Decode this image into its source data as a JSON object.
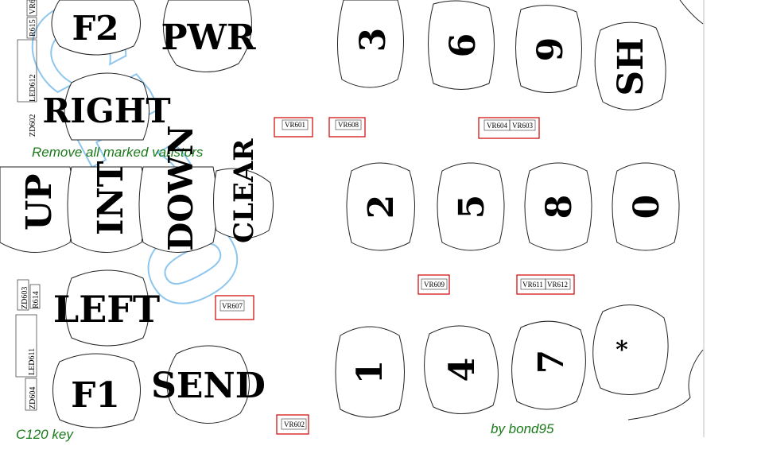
{
  "watermark": "C120",
  "notes": {
    "remove": "Remove all marked varistors",
    "model": "C120 key",
    "credit": "by bond95"
  },
  "keys": {
    "f2": "F2",
    "pwr": "PWR",
    "right": "RIGHT",
    "up": "UP",
    "int": "INT",
    "down": "DOWN",
    "clear": "CLEAR",
    "left": "LEFT",
    "f1": "F1",
    "send": "SEND",
    "k3": "3",
    "k6": "6",
    "k9": "9",
    "sh": "SH",
    "k2": "2",
    "k5": "5",
    "k8": "8",
    "k0": "0",
    "k1": "1",
    "k4": "4",
    "k7": "7",
    "star": "*"
  },
  "components": {
    "r615": "R615",
    "vr6": "VR6",
    "led612": "LED612",
    "zd602": "ZD602",
    "zd603": "ZD603",
    "r614": "R614",
    "led611": "LED611",
    "zd604": "ZD604"
  },
  "varistors": {
    "vr601": "VR601",
    "vr608": "VR608",
    "vr604": "VR604",
    "vr603": "VR603",
    "vr609": "VR609",
    "vr611": "VR611",
    "vr612": "VR612",
    "vr607": "VR607",
    "vr602": "VR602"
  },
  "colors": {
    "marker": "#d00000",
    "note_text": "#1a7a1a",
    "watermark": "#8ec6ee"
  }
}
